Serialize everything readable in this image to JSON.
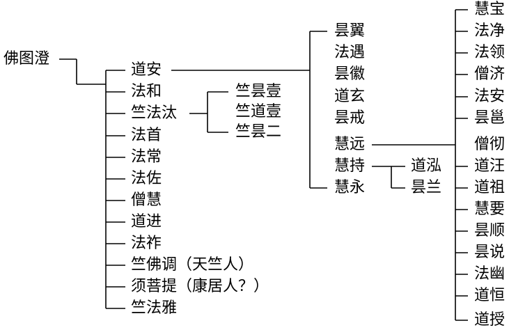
{
  "root": "佛图澄",
  "disciples": [
    "道安",
    "法和",
    "竺法汰",
    "法首",
    "法常",
    "法佐",
    "僧慧",
    "道进",
    "法祚",
    "竺佛调（天竺人）",
    "须菩提（康居人？）",
    "竺法雅"
  ],
  "fatai_disciples": [
    "竺昙壹",
    "竺道壹",
    "竺昙二"
  ],
  "daoan_disciples": [
    "昙翼",
    "法遇",
    "昙徽",
    "道玄",
    "昙戒",
    "慧远",
    "慧持",
    "慧永"
  ],
  "huichi_disciples": [
    "道泓",
    "昙兰"
  ],
  "huiyuan_disciples": [
    "慧宝",
    "法净",
    "法领",
    "僧济",
    "法安",
    "昙邕",
    "僧彻",
    "道汪",
    "道祖",
    "慧要",
    "昙顺",
    "昙说",
    "法幽",
    "道恒",
    "道授"
  ]
}
